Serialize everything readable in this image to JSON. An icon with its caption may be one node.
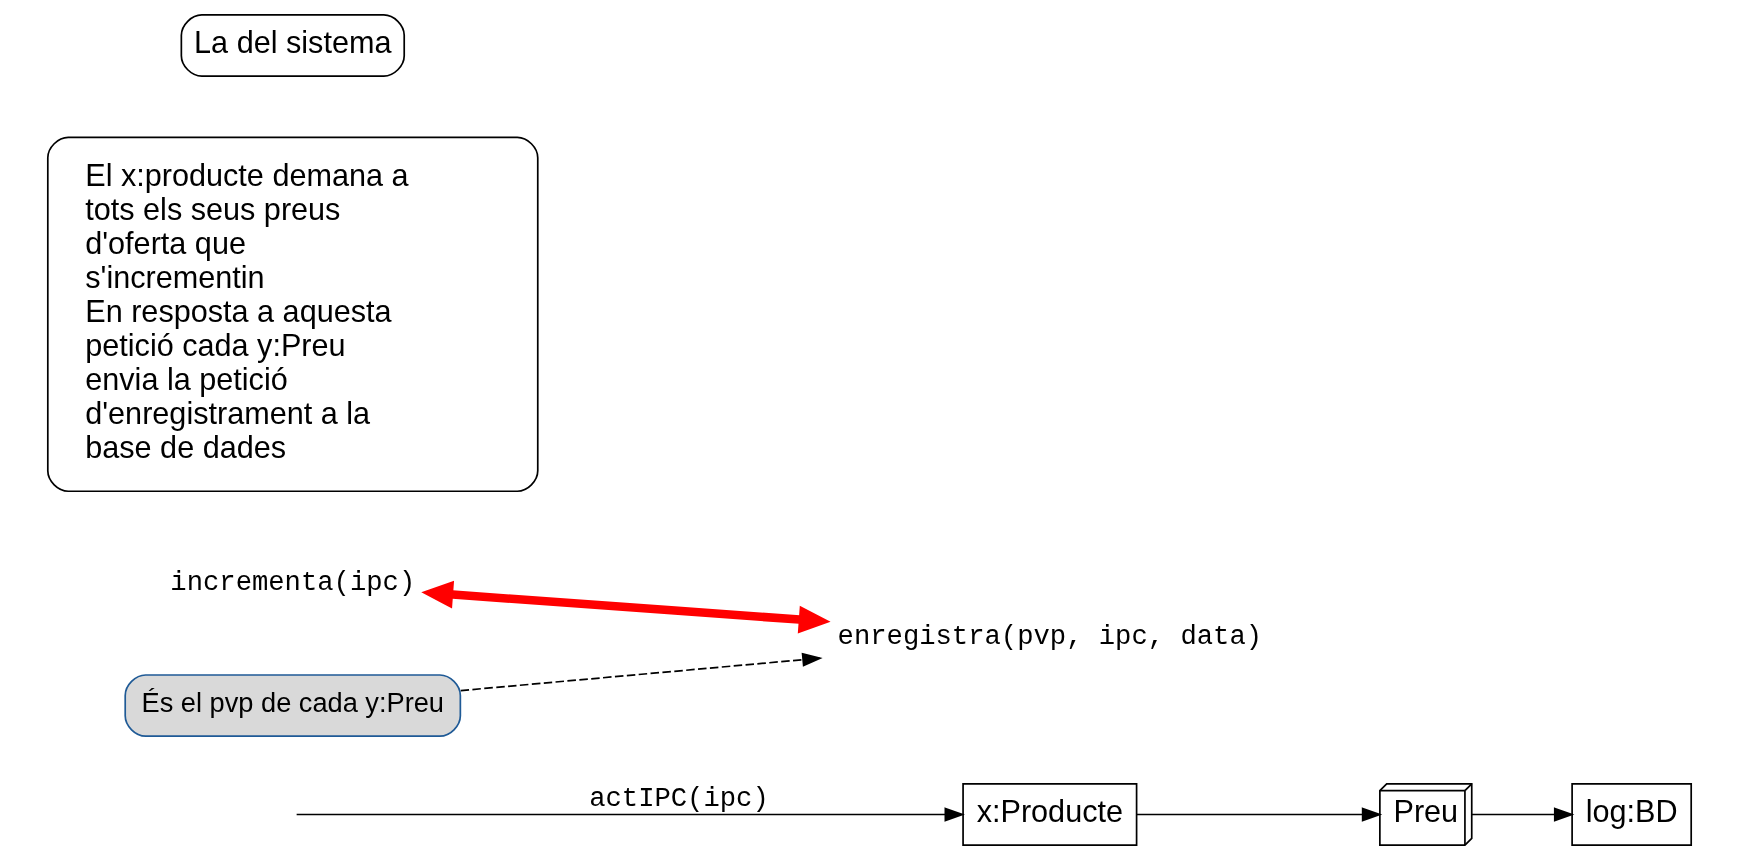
{
  "diagram": {
    "nodes": [
      {
        "text": [
          "x:Producte"
        ]
      },
      {
        "text": [
          "incrementa(ipc)"
        ]
      },
      {
        "text": [
          "Preu"
        ]
      },
      {
        "text": [
          "enregistra(pvp, ipc, data)"
        ]
      },
      {
        "text": [
          "log:BD"
        ]
      },
      {
        "text": [
          "El x:producte demana a tots els seus preus d'oferta que s'incrementin",
          "En resposta a aquesta petició cada y:Preu envia la petició d'enregistrament a la base de dades"
        ]
      },
      {
        "text": [
          "És el pvp de cada y:Preu"
        ]
      },
      {
        "text": [
          "La del sistema"
        ]
      }
    ],
    "edges": [
      {
        "from": null,
        "to": 0,
        "arrow": "to",
        "label": "actIPC(ipc)"
      },
      {
        "from": 0,
        "to": 2,
        "arrow": "to"
      },
      {
        "from": 2,
        "to": 4,
        "arrow": "to"
      },
      {
        "from": 1,
        "to": 3,
        "arrow": "both",
        "style": "thick",
        "color": "#ff0000"
      },
      {
        "from": 6,
        "to": 3,
        "arrow": "to",
        "style": "dashed"
      }
    ]
  }
}
